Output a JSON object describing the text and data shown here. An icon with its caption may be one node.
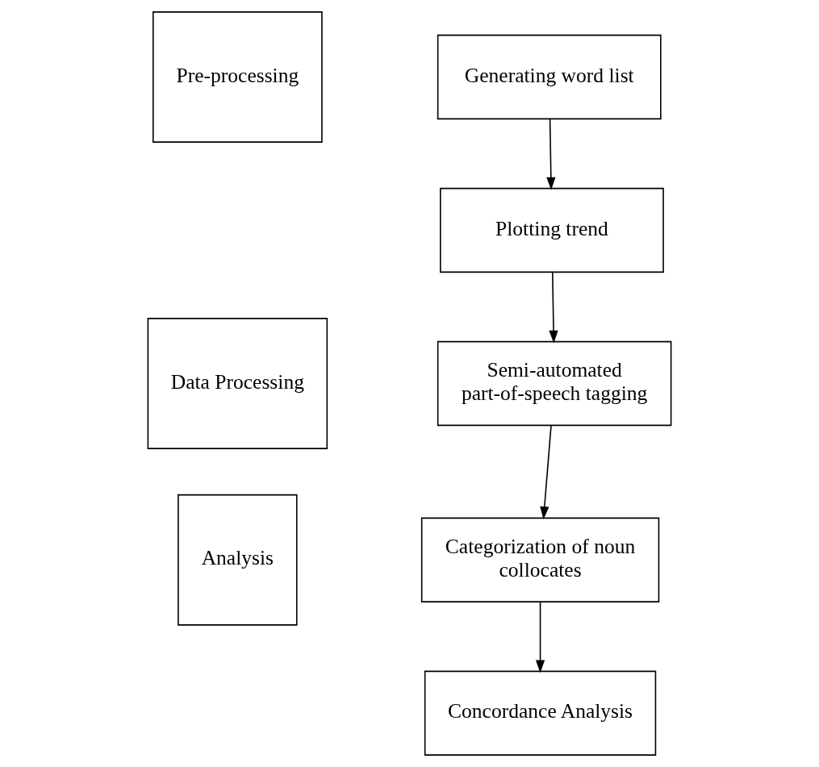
{
  "diagram": {
    "nodes": [
      {
        "text": [
          "Pre-processing"
        ]
      },
      {
        "text": [
          "Generating word list"
        ]
      },
      {
        "text": [
          "Plotting trend"
        ]
      },
      {
        "text": [
          "Data Processing"
        ]
      },
      {
        "text": [
          "Semi-automated part-of-speech tagging"
        ]
      },
      {
        "text": [
          "Analysis"
        ]
      },
      {
        "text": [
          "Categorization of noun collocates"
        ]
      },
      {
        "text": [
          "Concordance Analysis"
        ]
      }
    ],
    "edges": [
      {
        "from": 1,
        "to": 2,
        "arrow": "to"
      },
      {
        "from": 2,
        "to": 4,
        "arrow": "to"
      },
      {
        "from": 4,
        "to": 6,
        "arrow": "to"
      },
      {
        "from": 6,
        "to": 7,
        "arrow": "to"
      }
    ]
  }
}
